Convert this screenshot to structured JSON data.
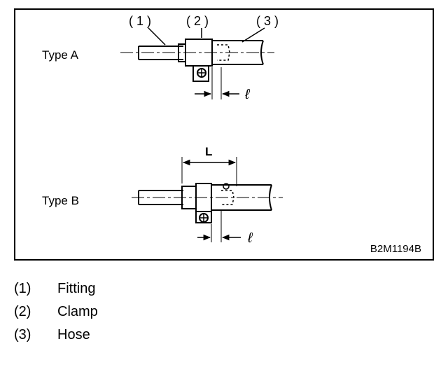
{
  "figure": {
    "type_a_label": "Type A",
    "type_b_label": "Type B",
    "callout_1": "( 1 )",
    "callout_2": "( 2 )",
    "callout_3": "( 3 )",
    "dim_small": "ℓ",
    "dim_large": "L",
    "figure_code": "B2M1194B"
  },
  "legend": {
    "items": [
      {
        "num": "(1)",
        "label": "Fitting"
      },
      {
        "num": "(2)",
        "label": "Clamp"
      },
      {
        "num": "(3)",
        "label": "Hose"
      }
    ]
  }
}
